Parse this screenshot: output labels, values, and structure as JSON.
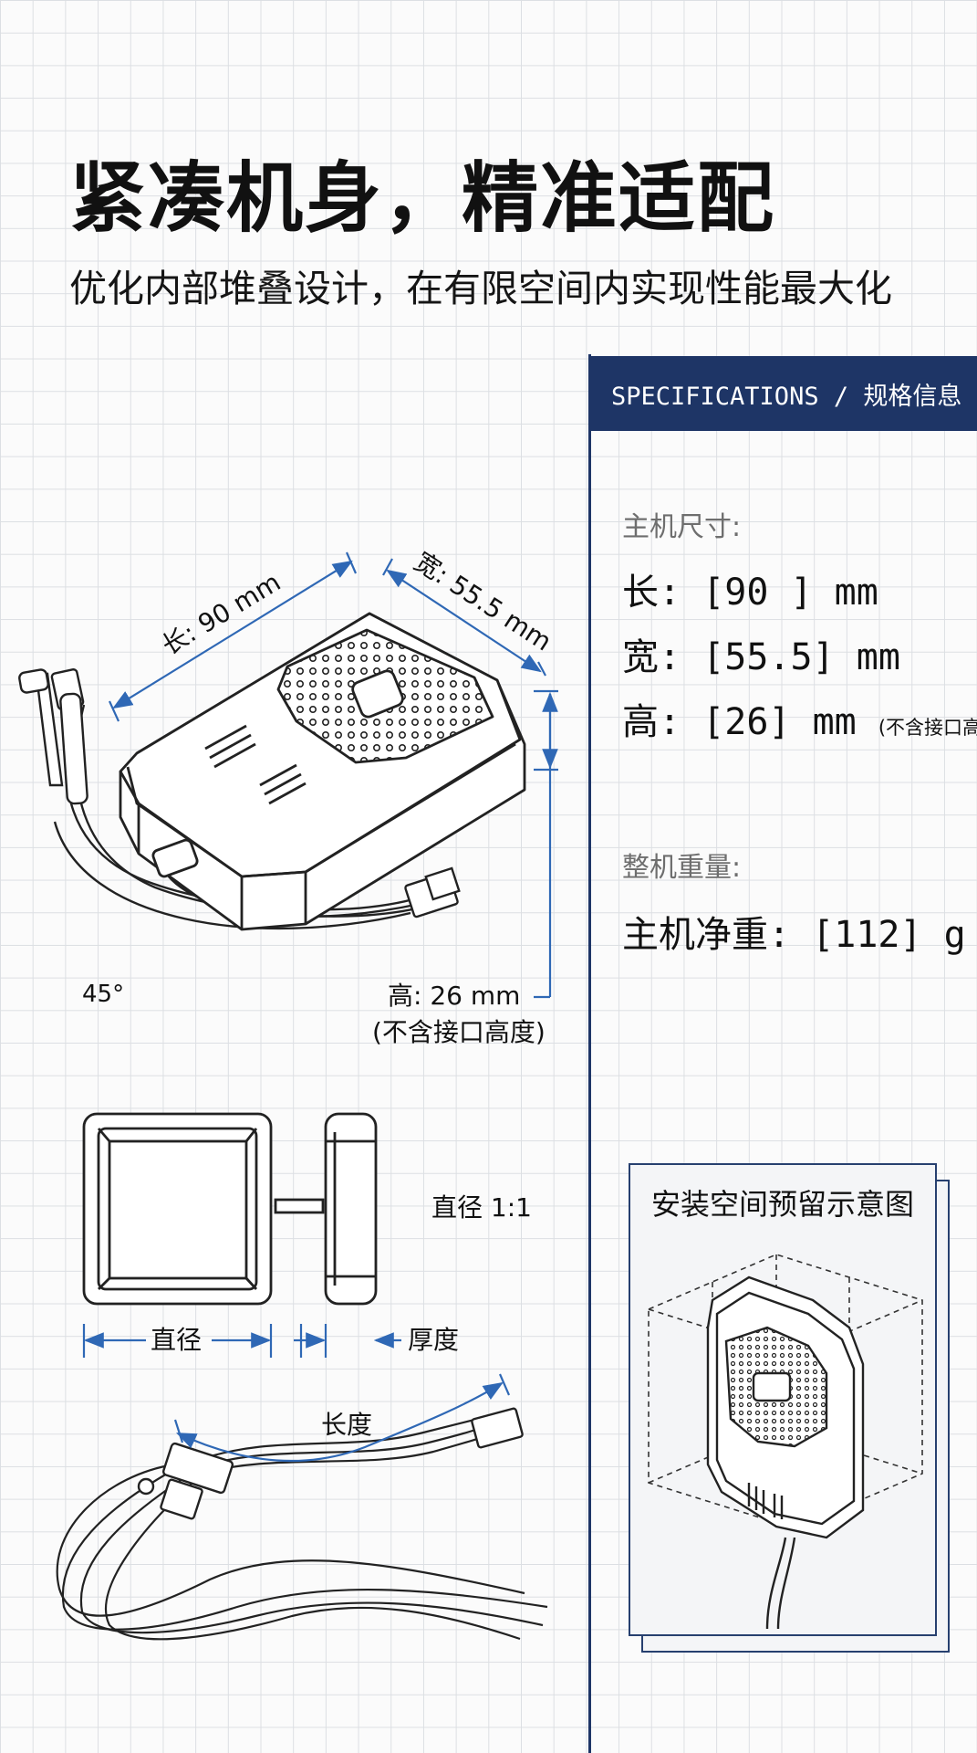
{
  "headline": "紧凑机身，精准适配",
  "subheadline": "优化内部堆叠设计，在有限空间内实现性能最大化",
  "spec": {
    "header": "SPECIFICATIONS / 规格信息",
    "dimensions_label": "主机尺寸:",
    "length_prefix": "长: [90 ] mm",
    "width_line": "宽: [55.5] mm",
    "height_line": "高: [26] mm",
    "height_note": "(不含接口高度)",
    "weight_label": "整机重量:",
    "weight_line": "主机净重: [112] g"
  },
  "drawing": {
    "length_dim": "长: 90 mm",
    "width_dim": "宽: 55.5 mm",
    "height_dim": "高: 26 mm",
    "height_note": "(不含接口高度)",
    "angle": "45°",
    "diameter_ratio": "直径 1:1",
    "diameter": "直径",
    "thickness": "厚度",
    "cable_length": "长度"
  },
  "install": {
    "title": "安装空间预留示意图"
  },
  "colors": {
    "navy": "#1e3566",
    "dimension_blue": "#2f68b5"
  }
}
